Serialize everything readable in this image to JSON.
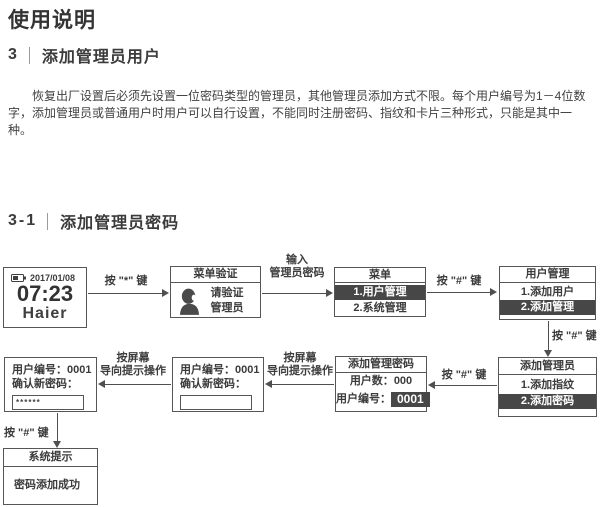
{
  "doc": {
    "page_title": "使用说明",
    "section_number": "3",
    "section_title": "添加管理员用户",
    "intro": "恢复出厂设置后必须先设置一位密码类型的管理员，其他管理员添加方式不限。每个用户编号为1－4位数字，添加管理员或普通用户时用户可以自行设置，不能同时注册密码、指纹和卡片三种形式，只能是其中一种。",
    "subsection_number": "3-1",
    "subsection_title": "添加管理员密码"
  },
  "flow": {
    "home": {
      "date": "2017/01/08",
      "time": "07:23",
      "brand": "Haier"
    },
    "verify": {
      "title": "菜单验证",
      "line1": "请验证",
      "line2": "管理员"
    },
    "menu": {
      "title": "菜单",
      "items": [
        {
          "label": "1.用户管理",
          "selected": true
        },
        {
          "label": "2.系统管理",
          "selected": false
        }
      ]
    },
    "user_mgmt": {
      "title": "用户管理",
      "items": [
        {
          "label": "1.添加用户",
          "selected": false
        },
        {
          "label": "2.添加管理",
          "selected": true
        }
      ]
    },
    "add_admin": {
      "title": "添加管理员",
      "items": [
        {
          "label": "1.添加指纹",
          "selected": false
        },
        {
          "label": "2.添加密码",
          "selected": true
        }
      ]
    },
    "add_pwd": {
      "title": "添加管理密码",
      "count_label": "用户数：",
      "count_value": "000",
      "id_label": "用户编号：",
      "id_value": "0001"
    },
    "new_pwd": {
      "line1": "用户编号：0001",
      "line2": "确认新密码：",
      "input_value": ""
    },
    "confirm_pwd": {
      "line1": "用户编号：0001",
      "line2": "确认新密码：",
      "input_value": "******"
    },
    "result": {
      "title": "系统提示",
      "body": "密码添加成功"
    }
  },
  "arrows": {
    "press_star": "按 \"*\" 键",
    "enter_pwd_1": "输入",
    "enter_pwd_2": "管理员密码",
    "press_hash_1": "按 \"#\" 键",
    "press_hash_2": "按 \"#\" 键",
    "press_hash_3": "按 \"#\" 键",
    "screen_guide_1a": "按屏幕",
    "screen_guide_1b": "导向提示操作",
    "screen_guide_2a": "按屏幕",
    "screen_guide_2b": "导向提示操作",
    "press_hash_4": "按 \"#\" 键"
  },
  "colors": {
    "text": "#3b3b3b",
    "highlight": "#474747",
    "border": "#565656"
  }
}
